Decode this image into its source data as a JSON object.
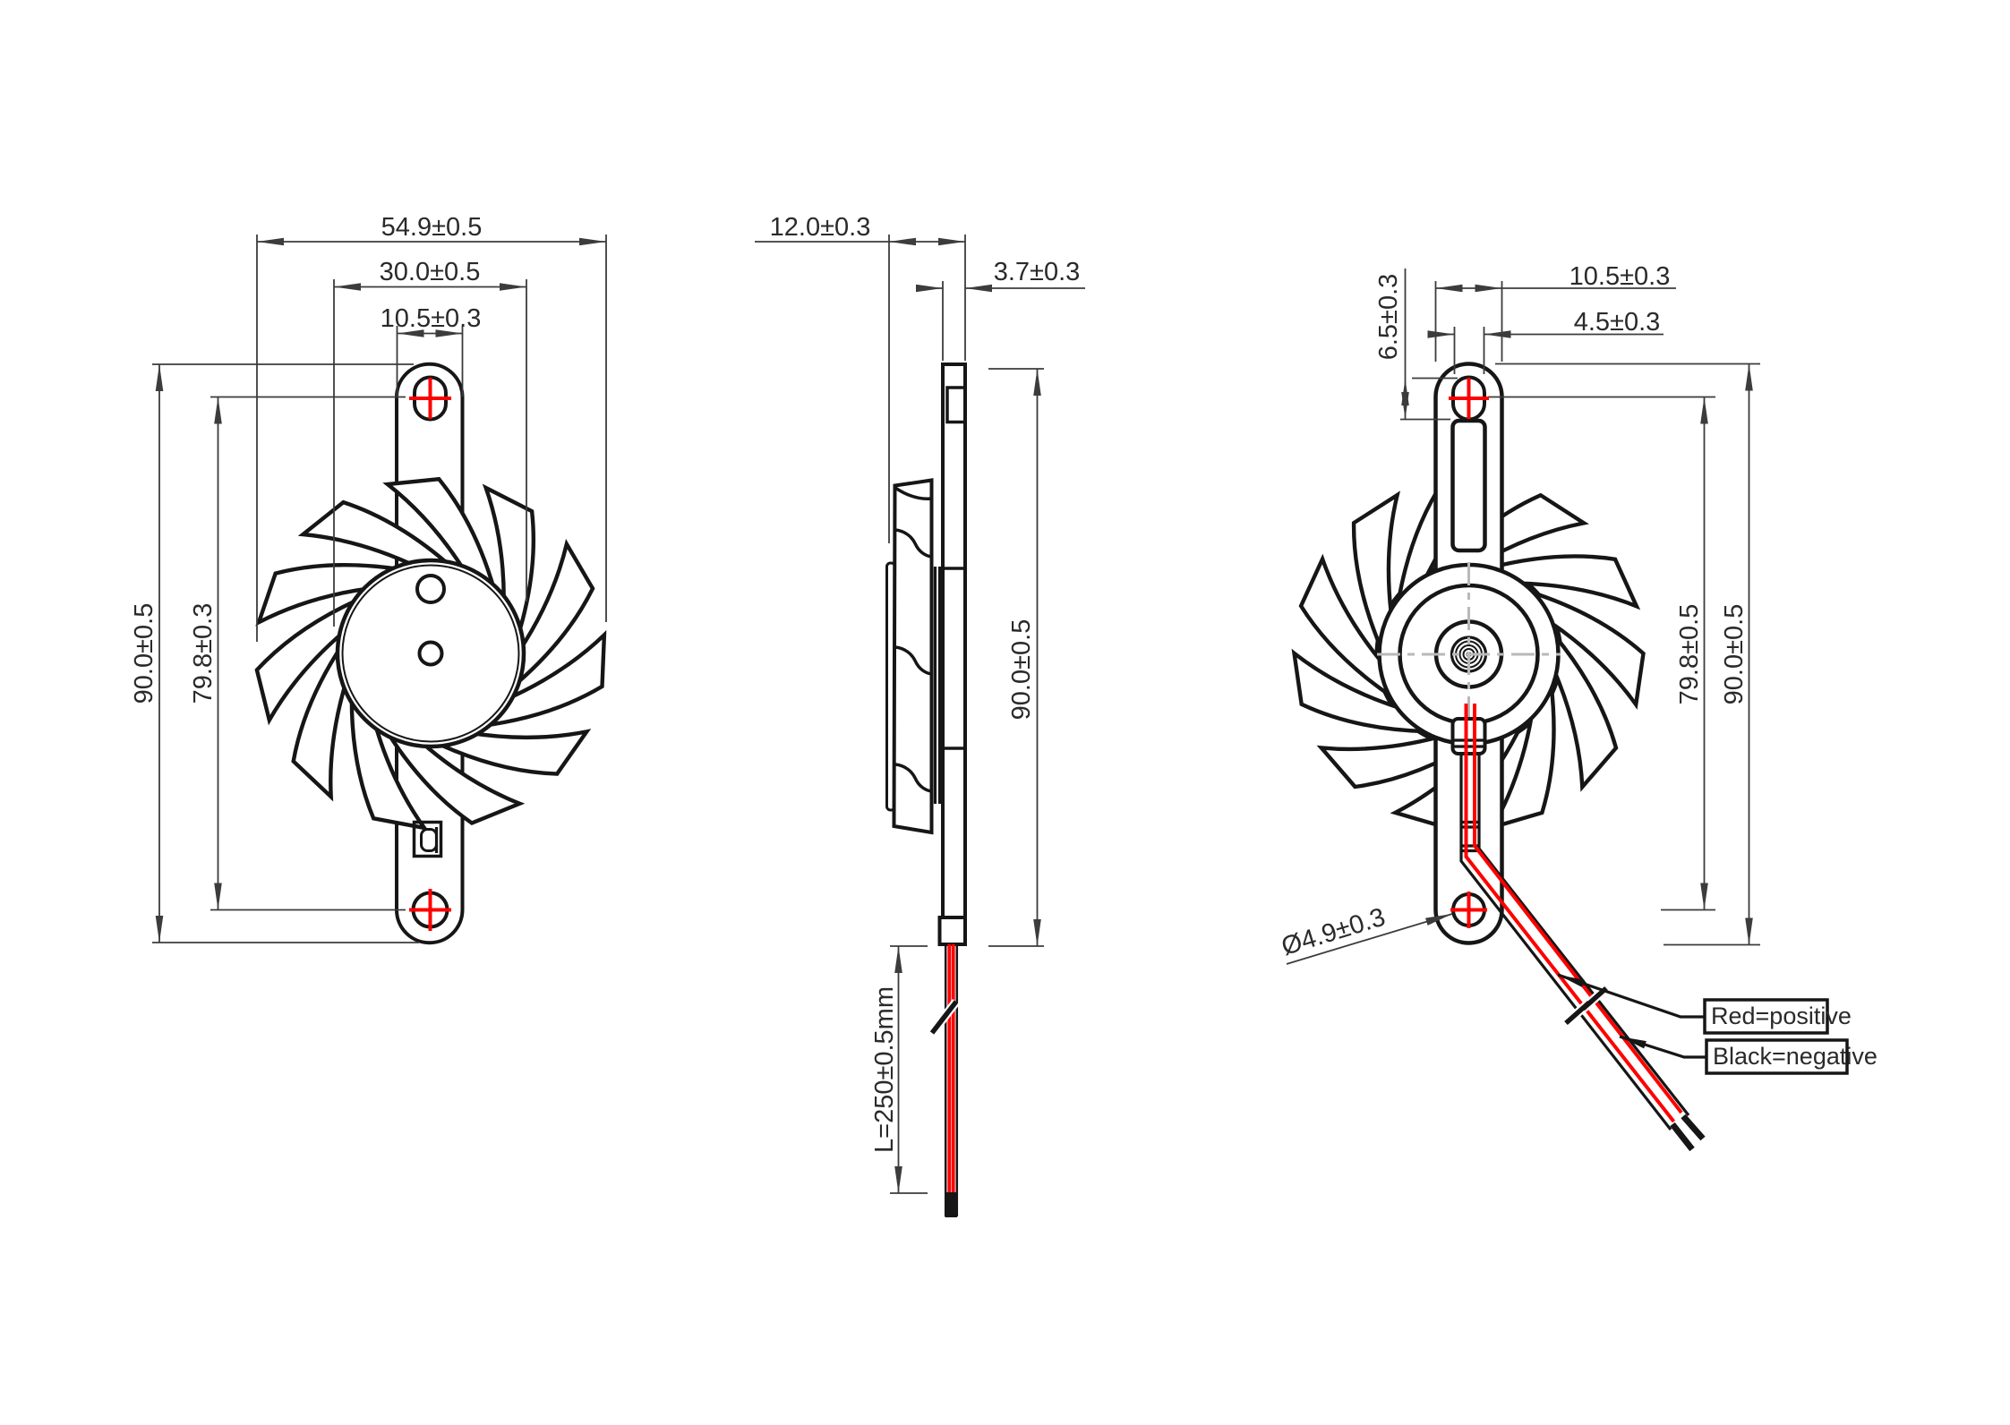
{
  "views": {
    "front": {
      "dims": {
        "blade_diameter": "54.9±0.5",
        "hub_diameter": "30.0±0.5",
        "bracket_width": "10.5±0.3",
        "overall_height": "90.0±0.5",
        "hole_pitch": "79.8±0.3"
      }
    },
    "side": {
      "dims": {
        "overall_depth": "12.0±0.3",
        "frame_thickness": "3.7±0.3",
        "overall_height": "90.0±0.5",
        "lead_length": "L=250±0.5mm"
      }
    },
    "rear": {
      "dims": {
        "slot_length": "6.5±0.3",
        "bracket_width": "10.5±0.3",
        "slot_width": "4.5±0.3",
        "hole_pitch": "79.8±0.5",
        "overall_height": "90.0±0.5",
        "hole_diameter": "Ø4.9±0.3"
      },
      "wire_labels": {
        "red": "Red=positive",
        "black": "Black=negative"
      }
    }
  },
  "colors": {
    "line": "#161616",
    "dim": "#3c3c3c",
    "text": "#2a2a2a",
    "red": "#fe0000",
    "centerline": "#b9b9b9",
    "background": "#ffffff"
  }
}
